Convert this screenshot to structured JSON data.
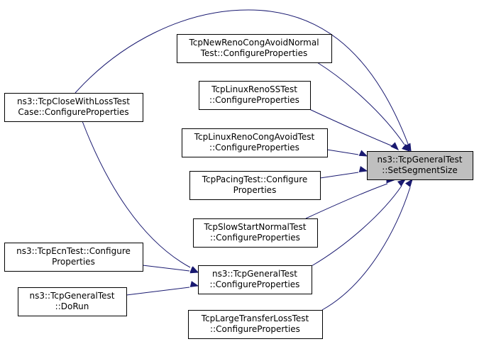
{
  "diagram": {
    "title": "",
    "edge_color": "#191970",
    "target_fill": "#bfbfbf",
    "nodes": [
      {
        "id": "target",
        "lines": [
          "ns3::TcpGeneralTest",
          "::SetSegmentSize"
        ],
        "highlighted": true
      },
      {
        "id": "closewithloss",
        "lines": [
          "ns3::TcpCloseWithLossTest",
          "Case::ConfigureProperties"
        ]
      },
      {
        "id": "newrenonormal",
        "lines": [
          "TcpNewRenoCongAvoidNormal",
          "Test::ConfigureProperties"
        ]
      },
      {
        "id": "linuxrenoss",
        "lines": [
          "TcpLinuxRenoSSTest",
          "::ConfigureProperties"
        ]
      },
      {
        "id": "linuxrenocongavoid",
        "lines": [
          "TcpLinuxRenoCongAvoidTest",
          "::ConfigureProperties"
        ]
      },
      {
        "id": "pacing",
        "lines": [
          "TcpPacingTest::Configure",
          "Properties"
        ]
      },
      {
        "id": "slowstartnormal",
        "lines": [
          "TcpSlowStartNormalTest",
          "::ConfigureProperties"
        ]
      },
      {
        "id": "ecntest",
        "lines": [
          "ns3::TcpEcnTest::Configure",
          "Properties"
        ]
      },
      {
        "id": "generalconfigure",
        "lines": [
          "ns3::TcpGeneralTest",
          "::ConfigureProperties"
        ]
      },
      {
        "id": "generaldorun",
        "lines": [
          "ns3::TcpGeneralTest",
          "::DoRun"
        ]
      },
      {
        "id": "largetransfer",
        "lines": [
          "TcpLargeTransferLossTest",
          "::ConfigureProperties"
        ]
      }
    ],
    "edges": [
      {
        "from": "closewithloss",
        "to": "target"
      },
      {
        "from": "newrenonormal",
        "to": "target"
      },
      {
        "from": "linuxrenoss",
        "to": "target"
      },
      {
        "from": "linuxrenocongavoid",
        "to": "target"
      },
      {
        "from": "pacing",
        "to": "target"
      },
      {
        "from": "slowstartnormal",
        "to": "target"
      },
      {
        "from": "generalconfigure",
        "to": "target"
      },
      {
        "from": "largetransfer",
        "to": "target"
      },
      {
        "from": "closewithloss",
        "to": "generalconfigure"
      },
      {
        "from": "ecntest",
        "to": "generalconfigure"
      },
      {
        "from": "generaldorun",
        "to": "generalconfigure"
      }
    ]
  }
}
